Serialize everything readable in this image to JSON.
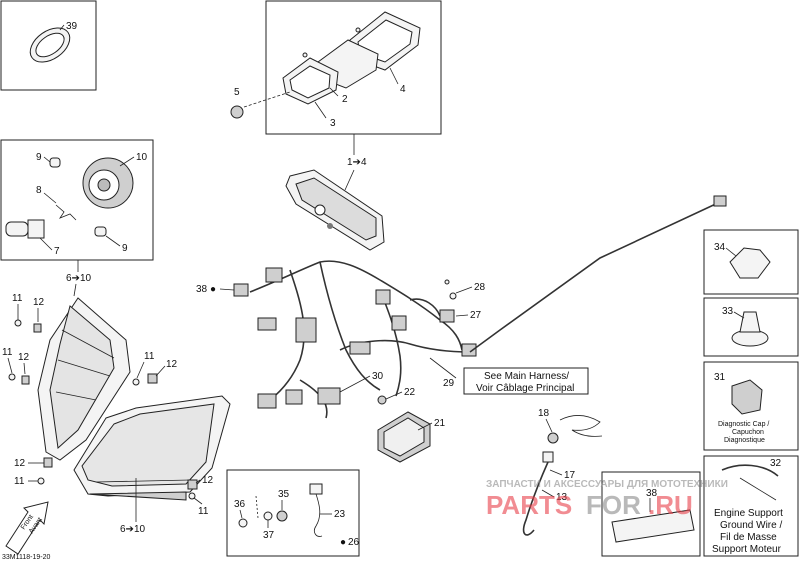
{
  "diagram_code": "33M1118-19-20",
  "callouts": {
    "c39": "39",
    "c5": "5",
    "c2": "2",
    "c4": "4",
    "c3": "3",
    "c1to4": "1➔4",
    "c9a": "9",
    "c10": "10",
    "c8": "8",
    "c7": "7",
    "c9b": "9",
    "c6to10a": "6➔10",
    "c38a": "38",
    "c28": "28",
    "c27": "27",
    "c11a": "11",
    "c12a": "12",
    "c11b": "11",
    "c12b": "12",
    "c11c": "11",
    "c12c": "12",
    "c30": "30",
    "c22": "22",
    "c29": "29",
    "c21": "21",
    "c18": "18",
    "c17": "17",
    "c13": "13",
    "c12d": "12",
    "c11d": "11",
    "c12e": "12",
    "c11e": "11",
    "c6to10b": "6➔10",
    "c36": "36",
    "c35": "35",
    "c37": "37",
    "c23": "23",
    "c26": "26",
    "c34": "34",
    "c33": "33",
    "c31": "31",
    "c38b": "38",
    "c32": "32"
  },
  "harness_note": {
    "line1": "See Main Harness/",
    "line2": "Voir Câblage Principal"
  },
  "diag_cap": {
    "line1": "Diagnostic Cap /",
    "line2": "Capuchon",
    "line3": "Diagnostique"
  },
  "ground_wire": {
    "line1": "Engine Support",
    "line2": "Ground Wire /",
    "line3": "Fil de Masse",
    "line4": "Support Moteur"
  },
  "front_label": {
    "line1": "Front",
    "line2": "Avant"
  },
  "watermark": {
    "top": "ЗАПЧАСТИ И АКСЕССУАРЫ ДЛЯ МОТОТЕХНИКИ",
    "left": "PARTS",
    "mid": "FOR",
    "right": ".RU"
  },
  "colors": {
    "line": "#222222",
    "watermark_red": "#e8404a",
    "watermark_grey": "#8c8c8c"
  }
}
